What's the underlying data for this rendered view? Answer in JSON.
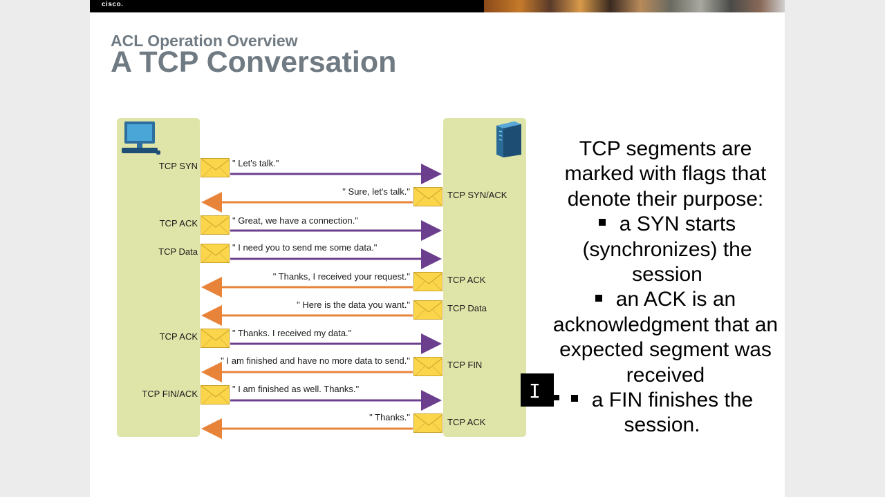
{
  "header": {
    "brand": "cisco.",
    "subtitle": "ACL Operation Overview",
    "title": "A TCP Conversation"
  },
  "diagram": {
    "left_device": "computer-icon",
    "right_device": "server-icon",
    "colors": {
      "lane": "#dfe4a8",
      "client_arrow": "#6b3e8e",
      "server_arrow": "#e8843a",
      "envelope": "#fbd54a",
      "heading": "#6f7a82"
    },
    "exchanges": [
      {
        "direction": "to-server",
        "flag": "TCP SYN",
        "message": "\" Let's talk.\""
      },
      {
        "direction": "to-client",
        "flag": "TCP SYN/ACK",
        "message": "\" Sure, let's talk.\""
      },
      {
        "direction": "to-server",
        "flag": "TCP ACK",
        "message": "\" Great, we have a connection.\""
      },
      {
        "direction": "to-server",
        "flag": "TCP Data",
        "message": "\" I need you to send me some data.\""
      },
      {
        "direction": "to-client",
        "flag": "TCP ACK",
        "message": "\" Thanks, I received your request.\""
      },
      {
        "direction": "to-client",
        "flag": "TCP Data",
        "message": "\" Here is the data you want.\""
      },
      {
        "direction": "to-server",
        "flag": "TCP ACK",
        "message": "\" Thanks. I received my data.\""
      },
      {
        "direction": "to-client",
        "flag": "TCP FIN",
        "message": "\" I am finished and have no more data to send.\""
      },
      {
        "direction": "to-server",
        "flag": "TCP FIN/ACK",
        "message": "\" I am finished as well. Thanks.\""
      },
      {
        "direction": "to-client",
        "flag": "TCP ACK",
        "message": "\" Thanks.\""
      }
    ]
  },
  "text_panel": {
    "intro": "TCP segments are marked with flags that denote their purpose:",
    "bullets": [
      "a SYN starts (synchronizes) the session",
      "an ACK is an acknowledgment that an expected segment was received",
      "a FIN finishes the session."
    ]
  }
}
